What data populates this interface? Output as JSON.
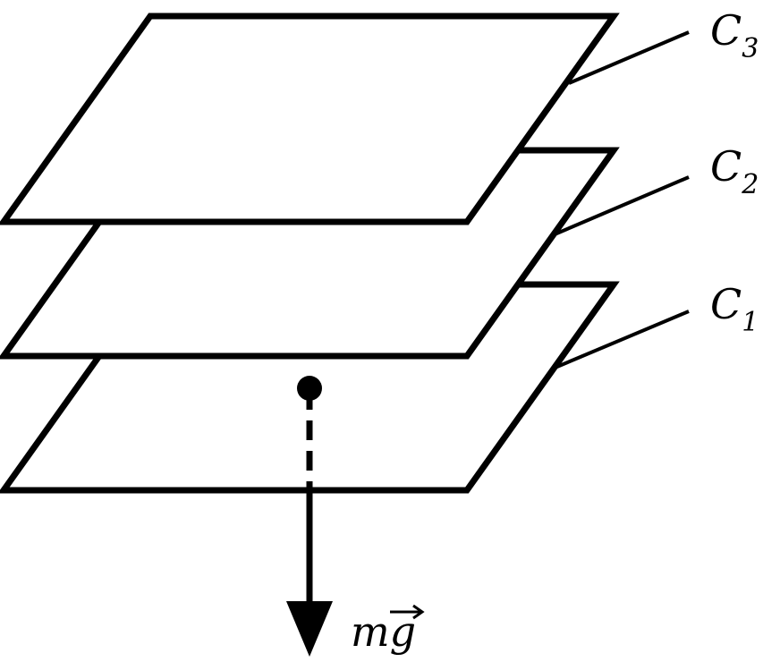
{
  "planes": [
    {
      "id": "c1",
      "letter": "C",
      "subscript": "1"
    },
    {
      "id": "c2",
      "letter": "C",
      "subscript": "2"
    },
    {
      "id": "c3",
      "letter": "C",
      "subscript": "3"
    }
  ],
  "force": {
    "label": "mg",
    "has_vector_arrow": true
  },
  "colors": {
    "stroke": "#000000",
    "fill": "#ffffff"
  }
}
